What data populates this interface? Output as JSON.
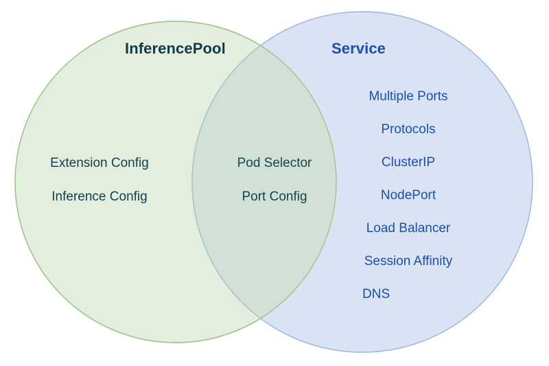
{
  "diagram": {
    "type": "venn",
    "title_left": "InferencePool",
    "title_right": "Service",
    "colors": {
      "background": "#ffffff",
      "left_fill": "#e4eedf",
      "left_stroke": "#9cc48c",
      "right_fill": "#d7e1f2",
      "right_stroke": "#97b4e4",
      "overlap_fill": "#d2e1d6",
      "left_text": "#133b47",
      "right_text": "#1b4fa8",
      "center_text": "#18424e"
    },
    "left_only": [
      {
        "label": "Extension Config"
      },
      {
        "label": "Inference Config"
      }
    ],
    "intersection": [
      {
        "label": "Pod Selector"
      },
      {
        "label": "Port Config"
      }
    ],
    "right_only": [
      {
        "label": "Multiple Ports"
      },
      {
        "label": "Protocols"
      },
      {
        "label": "ClusterIP"
      },
      {
        "label": "NodePort"
      },
      {
        "label": "Load Balancer"
      },
      {
        "label": "Session Affinity"
      },
      {
        "label": "DNS"
      }
    ]
  }
}
